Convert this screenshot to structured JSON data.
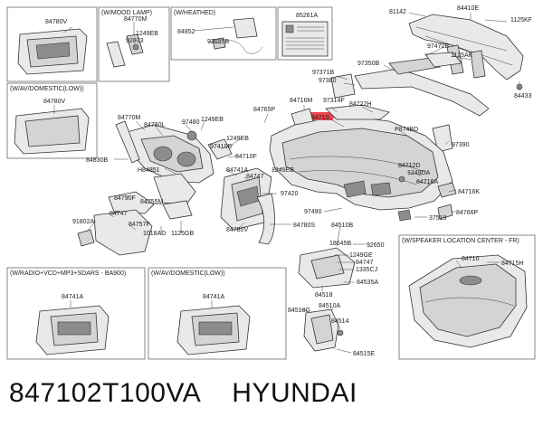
{
  "caption": {
    "part_number": "847102T100VA",
    "brand": "HYUNDAI"
  },
  "headers": {
    "mood_lamp": "(W/MOOD LAMP)",
    "heated": "(W/HEATHED)",
    "av_domestic_low_top": "(W/AV/DOMESTIC(LOW))",
    "radio": "(W/RADIO+VCD+MP3+SDARS - BA900)",
    "av_domestic_low_bottom": "(W/AV/DOMESTIC(LOW))",
    "speaker": "(W/SPEAKER LOCATION CENTER - FR)"
  },
  "labels": {
    "l84780V_a": "84780V",
    "l84770M_a": "84770M",
    "l1249EB_a": "1249EB",
    "l92873": "92873",
    "l84852": "84852",
    "l93695B": "93695B",
    "l85261A": "85261A",
    "l81142": "81142",
    "l84410E": "84410E",
    "l1125KF": "1125KF",
    "l97470B": "97470B",
    "l1125AK": "1125AK",
    "l84433": "84433",
    "l97350B": "97350B",
    "l97371B": "97371B",
    "l97380": "97380",
    "l84780V_b": "84780V",
    "l84770M_b": "84770M",
    "l84780L": "84780L",
    "l97480": "97480",
    "l1249EB_b": "1249EB",
    "l84765P": "84765P",
    "l84716M": "84716M",
    "l97314F": "97314F",
    "l84722H": "84722H",
    "l84710": "84710",
    "lP874BD": "P874BD",
    "l97390": "97390",
    "l1249EB_c": "1249EB",
    "l97410B": "97410B",
    "l84830B": "84830B",
    "l84710F": "84710F",
    "lH84851": "H84851",
    "l84741A_a": "84741A",
    "l84747_a": "84747",
    "l1249EB_d": "1249EB",
    "l84712D": "84712D",
    "l1249DA": "1249DA",
    "l84716A": "84716A",
    "l84716K": "84716K",
    "l97420": "97420",
    "l84755M": "84755M",
    "l84750F": "84750F",
    "l84747_b": "84747",
    "l91802A": "91802A",
    "l84757F": "84757F",
    "l1018AD": "1018AD",
    "l1125GB": "1125GB",
    "l84780V_c": "84780V",
    "l97490": "97490",
    "l84780S": "84780S",
    "l84510B": "84510B",
    "l37519": "37519",
    "l84766P": "84766P",
    "l18645B": "18645B",
    "l92650": "92650",
    "l1249GE": "1249GE",
    "l84747_c": "84747",
    "l1335CJ": "1335CJ",
    "l84535A": "84535A",
    "l84518": "84518",
    "l84518G": "84518G",
    "l84510A": "84510A",
    "l84514": "84514",
    "l84515E": "84515E",
    "l84741A_b": "84741A",
    "l84741A_c": "84741A",
    "l84710_b": "84710",
    "l84715H": "84715H"
  },
  "colors": {
    "highlight": "#e8454a",
    "part_fill": "#e9e9e9",
    "line": "#444444"
  }
}
